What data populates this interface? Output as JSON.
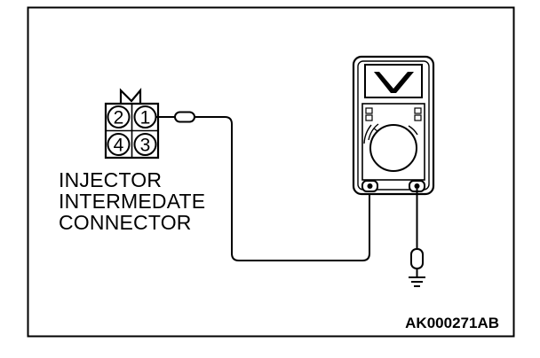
{
  "connector": {
    "label_lines": [
      "INJECTOR",
      "INTERMEDATE",
      "CONNECTOR"
    ],
    "pins": [
      "2",
      "1",
      "4",
      "3"
    ]
  },
  "meter": {
    "display_symbol": "V",
    "icons": [
      "voltmeter-display-icon",
      "selector-dial-icon",
      "probe-jack-icon",
      "ground-symbol-icon"
    ]
  },
  "figure_code": "AK000271AB",
  "colors": {
    "line": "#000000",
    "background": "#ffffff"
  }
}
